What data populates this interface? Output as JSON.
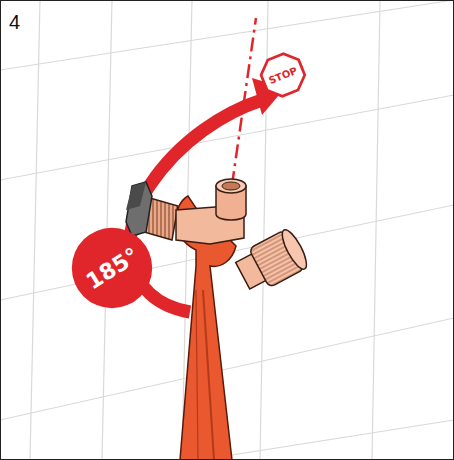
{
  "diagram": {
    "nodes": [
      {
        "text": [
          "185°"
        ]
      },
      {
        "text": [
          "STOP"
        ]
      }
    ],
    "labels": [
      "4"
    ]
  }
}
